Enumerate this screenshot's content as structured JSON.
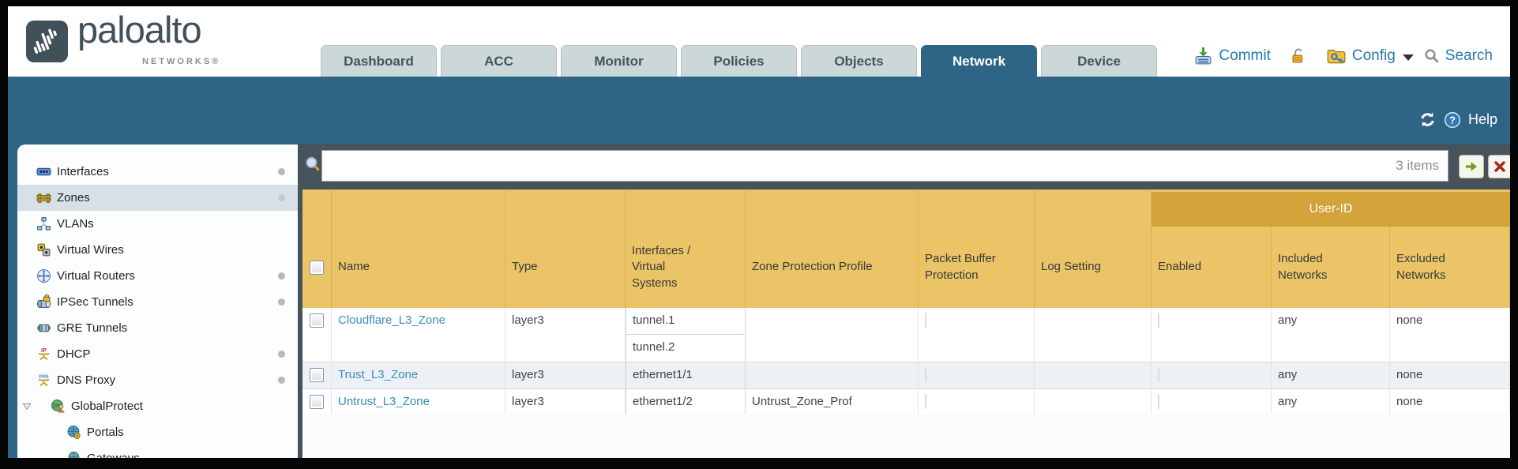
{
  "brand": {
    "name": "paloalto",
    "subtitle": "NETWORKS®"
  },
  "nav": {
    "tabs": [
      {
        "label": "Dashboard",
        "active": false
      },
      {
        "label": "ACC",
        "active": false
      },
      {
        "label": "Monitor",
        "active": false
      },
      {
        "label": "Policies",
        "active": false
      },
      {
        "label": "Objects",
        "active": false
      },
      {
        "label": "Network",
        "active": true
      },
      {
        "label": "Device",
        "active": false
      }
    ]
  },
  "header_actions": {
    "commit": "Commit",
    "config": "Config",
    "search": "Search"
  },
  "band": {
    "help": "Help"
  },
  "filter": {
    "value": "",
    "count": "3 items"
  },
  "sidebar": {
    "items": [
      {
        "label": "Interfaces",
        "dot": true
      },
      {
        "label": "Zones",
        "dot": true,
        "selected": true
      },
      {
        "label": "VLANs",
        "dot": false
      },
      {
        "label": "Virtual Wires",
        "dot": false
      },
      {
        "label": "Virtual Routers",
        "dot": true
      },
      {
        "label": "IPSec Tunnels",
        "dot": true
      },
      {
        "label": "GRE Tunnels",
        "dot": false
      },
      {
        "label": "DHCP",
        "dot": true
      },
      {
        "label": "DNS Proxy",
        "dot": true
      },
      {
        "label": "GlobalProtect",
        "dot": false,
        "expanded": true
      },
      {
        "label": "Portals",
        "dot": false,
        "child": true
      },
      {
        "label": "Gateways",
        "dot": false,
        "child": true
      }
    ]
  },
  "table": {
    "group_header": "User-ID",
    "columns": [
      "Name",
      "Type",
      "Interfaces / Virtual Systems",
      "Zone Protection Profile",
      "Packet Buffer Protection",
      "Log Setting",
      "Enabled",
      "Included Networks",
      "Excluded Networks"
    ],
    "rows": [
      {
        "name": "Cloudflare_L3_Zone",
        "type": "layer3",
        "interfaces": [
          "tunnel.1",
          "tunnel.2"
        ],
        "zone_protection_profile": "",
        "packet_buffer_protection": false,
        "log_setting": "",
        "enabled": false,
        "included_networks": "any",
        "excluded_networks": "none"
      },
      {
        "name": "Trust_L3_Zone",
        "type": "layer3",
        "interfaces": [
          "ethernet1/1"
        ],
        "zone_protection_profile": "",
        "packet_buffer_protection": false,
        "log_setting": "",
        "enabled": false,
        "included_networks": "any",
        "excluded_networks": "none"
      },
      {
        "name": "Untrust_L3_Zone",
        "type": "layer3",
        "interfaces": [
          "ethernet1/2"
        ],
        "zone_protection_profile": "Untrust_Zone_Prof",
        "packet_buffer_protection": false,
        "log_setting": "",
        "enabled": false,
        "included_networks": "any",
        "excluded_networks": "none"
      }
    ]
  },
  "colors": {
    "teal_band": "#2e6586",
    "tab_inactive": "#ccd7d7",
    "filterbar": "#46525c",
    "table_header_gold": "#eac467",
    "user_id_band": "#d2a23b",
    "link_blue": "#3a8cbc",
    "action_blue": "#2478b2",
    "alt_row": "#edf1f5"
  }
}
